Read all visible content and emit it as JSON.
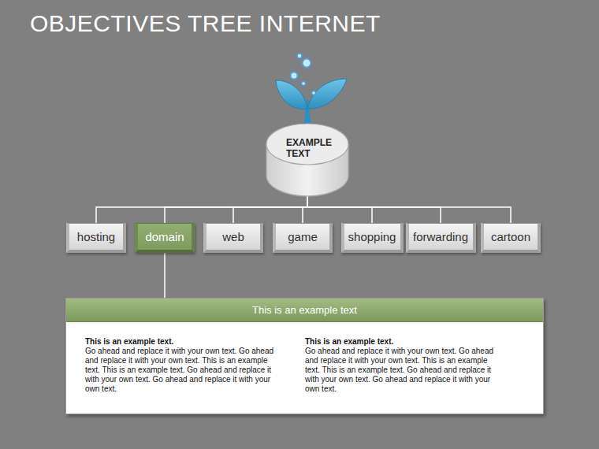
{
  "diagram": {
    "title": "OBJECTIVES TREE INTERNET",
    "nodes": [
      {
        "text": [
          "EXAMPLE TEXT"
        ]
      },
      {
        "text": [
          "hosting"
        ]
      },
      {
        "text": [
          "domain"
        ]
      },
      {
        "text": [
          "web"
        ]
      },
      {
        "text": [
          "game"
        ]
      },
      {
        "text": [
          "shopping"
        ]
      },
      {
        "text": [
          "forwarding"
        ]
      },
      {
        "text": [
          "cartoon"
        ]
      },
      {
        "text": [
          "This is an example text",
          "This is an example text.",
          "Go ahead and replace it with your own text. Go ahead and replace it with your own text. This is an example text. This is an example text. Go ahead and replace it with your own text. Go ahead and replace it with your own text.",
          "This is an example text.",
          "Go ahead and replace it with your own text. Go ahead and replace it with your own text. This is an example text. This is an example text. Go ahead and replace it with your own text. Go ahead and replace it with your own text."
        ]
      }
    ],
    "edges": [
      {
        "from": 0,
        "to": 1,
        "arrow": "none"
      },
      {
        "from": 0,
        "to": 2,
        "arrow": "none"
      },
      {
        "from": 0,
        "to": 3,
        "arrow": "none"
      },
      {
        "from": 0,
        "to": 4,
        "arrow": "none"
      },
      {
        "from": 0,
        "to": 5,
        "arrow": "none"
      },
      {
        "from": 0,
        "to": 6,
        "arrow": "none"
      },
      {
        "from": 0,
        "to": 7,
        "arrow": "none"
      },
      {
        "from": 2,
        "to": 8,
        "arrow": "none"
      }
    ]
  }
}
